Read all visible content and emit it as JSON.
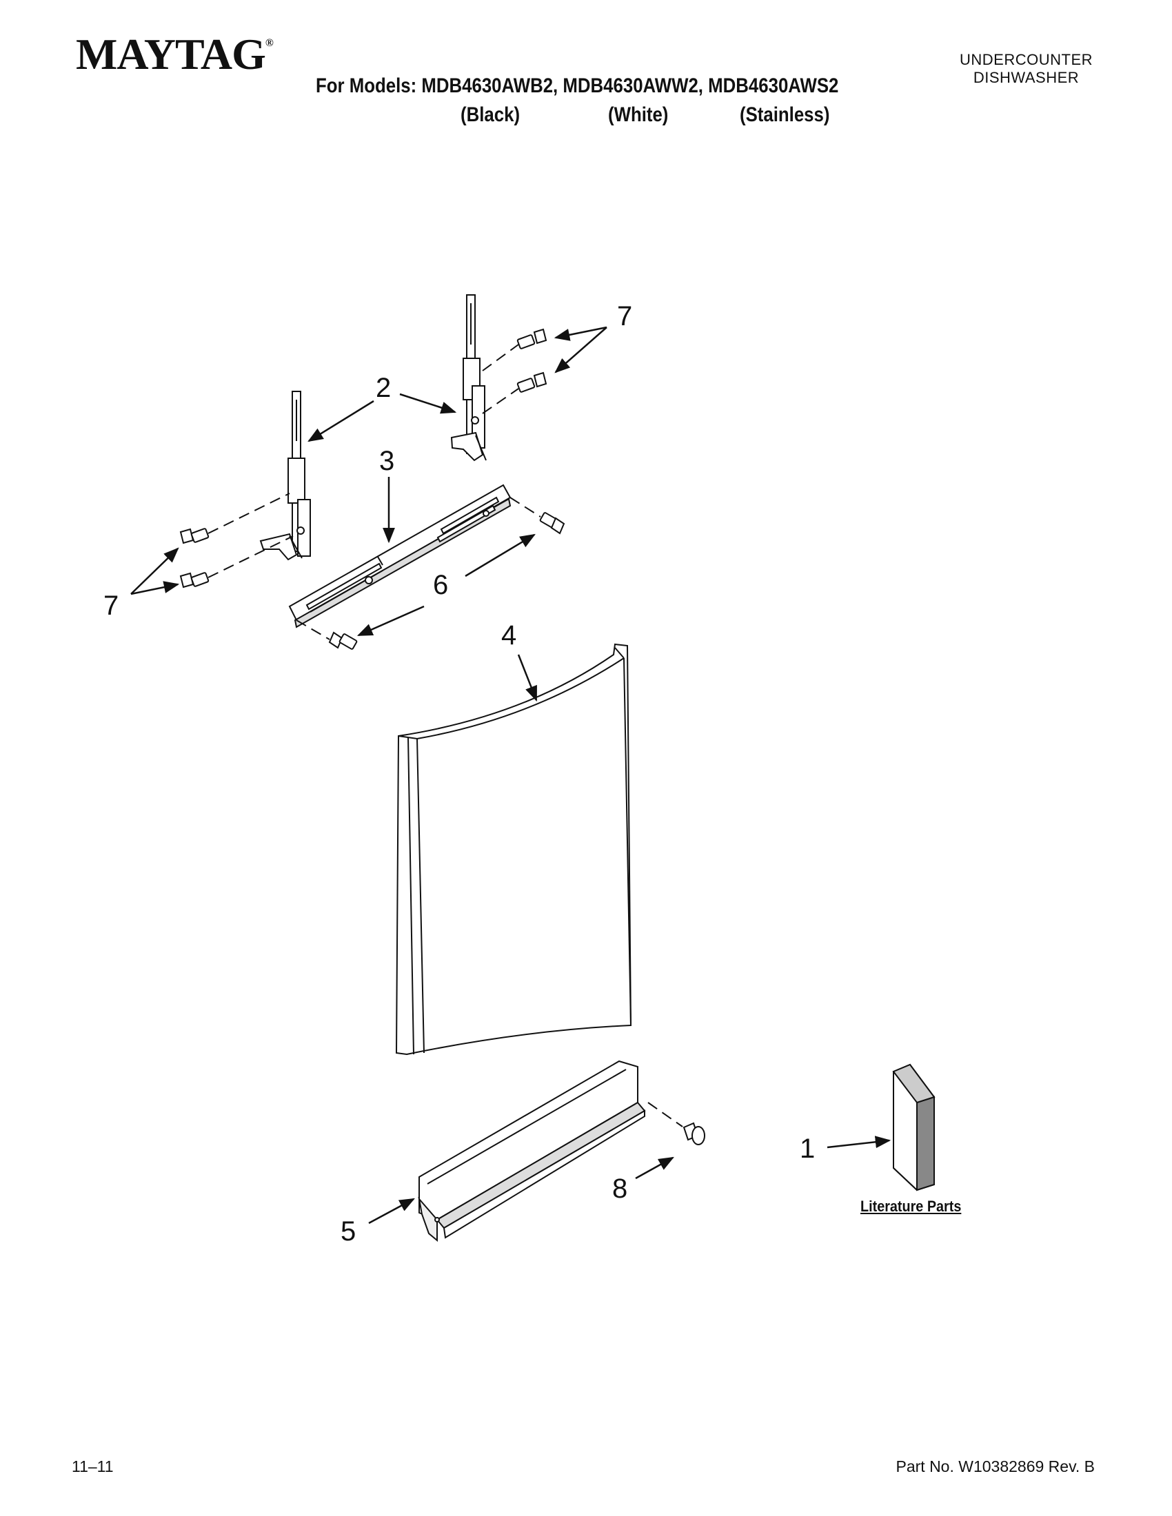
{
  "header": {
    "brand": "MAYTAG",
    "brand_mark": "®",
    "models_line": "For Models: MDB4630AWB2, MDB4630AWW2, MDB4630AWS2",
    "variants": [
      "(Black)",
      "(White)",
      "(Stainless)"
    ],
    "product_type": [
      "UNDERCOUNTER",
      "DISHWASHER"
    ]
  },
  "diagram": {
    "callouts": {
      "c1": "1",
      "c2": "2",
      "c3": "3",
      "c4": "4",
      "c5": "5",
      "c6": "6",
      "c7a": "7",
      "c7b": "7",
      "c8": "8"
    },
    "literature_label": "Literature Parts"
  },
  "footer": {
    "date_code": "11–11",
    "part_number": "Part No. W10382869 Rev. B"
  }
}
